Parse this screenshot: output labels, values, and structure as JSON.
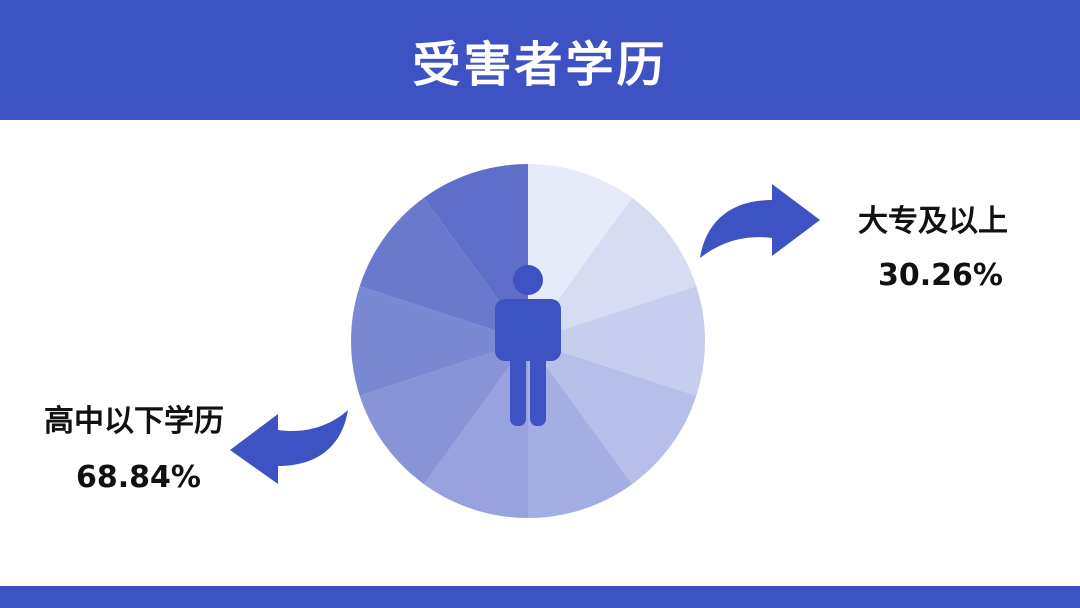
{
  "chart_data": {
    "type": "pie",
    "title": "受害者学历",
    "categories": [
      "大专及以上",
      "高中以下学历"
    ],
    "values": [
      30.26,
      68.84
    ],
    "value_labels": [
      "30.26%",
      "68.84%"
    ],
    "icon": "person-icon",
    "colors": {
      "accent": "#3D52C3",
      "wedges": [
        "#E7EAF8",
        "#D7DCF2",
        "#C6CDEE",
        "#B6BFEA",
        "#A3AEE2",
        "#97A2DE",
        "#8894D6",
        "#7B88D2",
        "#6B79CC",
        "#5E6EC9"
      ],
      "icon": "#3D52C3"
    }
  }
}
